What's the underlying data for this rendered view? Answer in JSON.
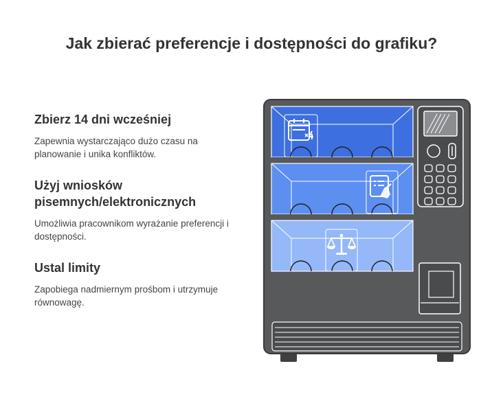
{
  "title": "Jak zbierać preferencje i dostępności do grafiku?",
  "items": [
    {
      "heading": "Zbierz 14 dni wcześniej",
      "description": "Zapewnia wystarczająco dużo czasu na planowanie i unika konfliktów.",
      "icon": "calendar-icon"
    },
    {
      "heading": "Użyj wniosków pisemnych/elektronicznych",
      "description": "Umożliwia pracownikom wyrażanie preferencji i dostępności.",
      "icon": "document-form-icon"
    },
    {
      "heading": "Ustal limity",
      "description": "Zapobiega nadmiernym prośbom i utrzymuje równowagę.",
      "icon": "balance-scale-icon"
    }
  ],
  "colors": {
    "machine_body": "#58595B",
    "shelf_1": "#3D6FE0",
    "shelf_2": "#5C8FF0",
    "shelf_3": "#94B8F8",
    "text": "#333333"
  }
}
